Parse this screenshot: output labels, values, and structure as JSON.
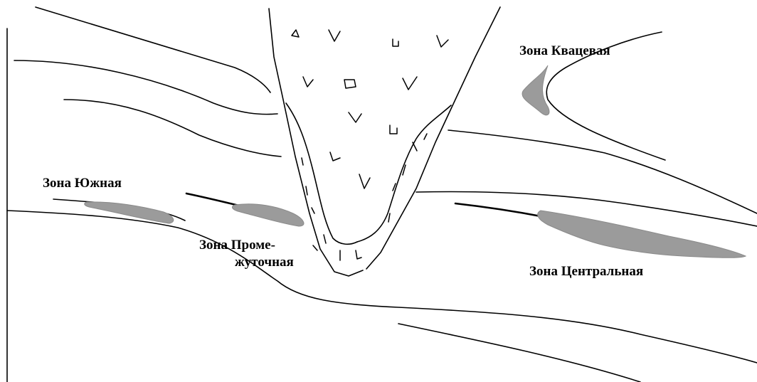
{
  "labels": {
    "zone_kvatsevaya": "Зона Квацевая",
    "zone_yuzhnaya": "Зона Южная",
    "zone_promezhutochnaya_line1": "Зона Проме-",
    "zone_promezhutochnaya_line2": "жуточная",
    "zone_tsentralnaya": "Зона Центральная"
  }
}
